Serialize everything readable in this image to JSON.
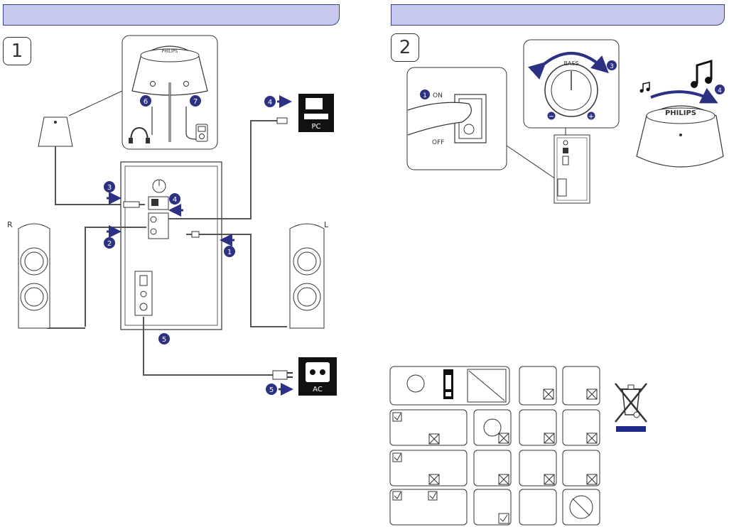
{
  "steps": {
    "step1": "1",
    "step2": "2"
  },
  "panel1": {
    "callouts": {
      "c1": "1",
      "c2": "2",
      "c3": "3",
      "c4": "4",
      "c5": "5",
      "c6": "6",
      "c7": "7"
    },
    "speaker_right_label": "R",
    "speaker_left_label": "L",
    "pc_label": "PC",
    "ac_label": "AC",
    "pod_logo": "PHILIPS"
  },
  "panel2": {
    "callouts": {
      "c1": "1",
      "c3": "3",
      "c4": "4"
    },
    "switch_on_label": "ON",
    "switch_off_label": "OFF",
    "knob_label": "BASS",
    "minus_sign": "−",
    "plus_sign": "+",
    "brand_logo": "PHILIPS"
  },
  "colors": {
    "header_fill": "#c7c9ec",
    "header_border": "#3b3f90",
    "callout_fill": "#2c3183",
    "weee_bar": "#1f2a8a"
  }
}
